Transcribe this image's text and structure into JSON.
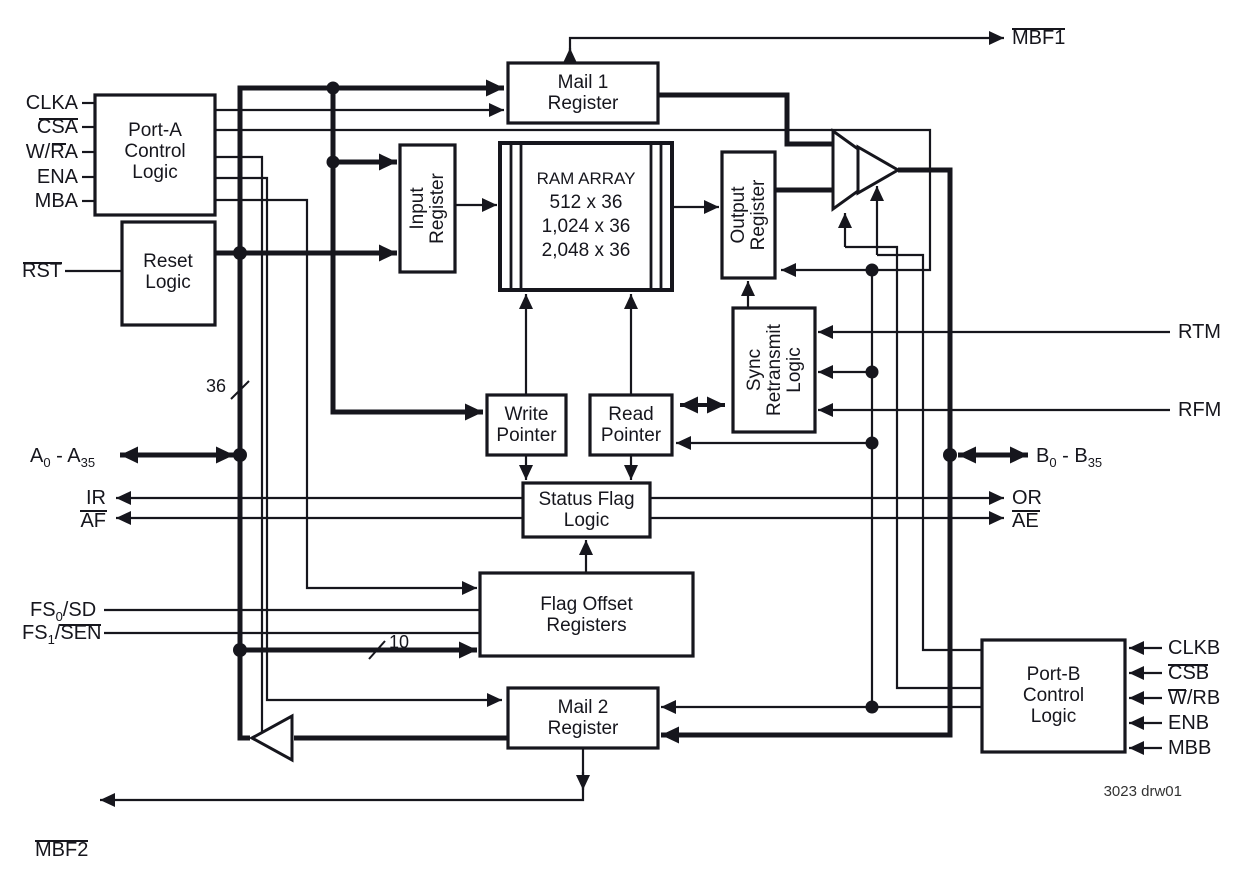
{
  "colors": {
    "ink": "#16161d",
    "background": "#ffffff",
    "footer_text": "#333333"
  },
  "blocks": {
    "port_a": {
      "line1": "Port-A",
      "line2": "Control",
      "line3": "Logic"
    },
    "reset": {
      "line1": "Reset",
      "line2": "Logic"
    },
    "mail1": {
      "line1": "Mail 1",
      "line2": "Register"
    },
    "input_reg": {
      "line1": "Input",
      "line2": "Register"
    },
    "ram": {
      "line1": "RAM ARRAY",
      "line2": "512 x 36",
      "line3": "1,024 x 36",
      "line4": "2,048 x 36"
    },
    "output_reg": {
      "line1": "Output",
      "line2": "Register"
    },
    "sync": {
      "line1": "Sync",
      "line2": "Retransmit",
      "line3": "Logic"
    },
    "write_ptr": {
      "line1": "Write",
      "line2": "Pointer"
    },
    "read_ptr": {
      "line1": "Read",
      "line2": "Pointer"
    },
    "status": {
      "line1": "Status Flag",
      "line2": "Logic"
    },
    "flag_offset": {
      "line1": "Flag Offset",
      "line2": "Registers"
    },
    "mail2": {
      "line1": "Mail 2",
      "line2": "Register"
    },
    "port_b": {
      "line1": "Port-B",
      "line2": "Control",
      "line3": "Logic"
    }
  },
  "signals": {
    "clka": "CLKA",
    "csa": "CSA",
    "wra": "W/RA",
    "ena": "ENA",
    "mba": "MBA",
    "rst": "RST",
    "a_bus": {
      "pre": "A",
      "sub1": "0",
      "mid": " - A",
      "sub2": "35"
    },
    "ir": "IR",
    "af": "AF",
    "fs0": {
      "pre": "FS",
      "sub": "0",
      "post": "/SD"
    },
    "fs1": {
      "pre": "FS",
      "sub": "1",
      "post": "/SEN"
    },
    "mbf2": "MBF2",
    "mbf1": "MBF1",
    "rtm": "RTM",
    "rfm": "RFM",
    "b_bus": {
      "pre": "B",
      "sub1": "0",
      "mid": " - B",
      "sub2": "35"
    },
    "or": "OR",
    "ae": "AE",
    "clkb": "CLKB",
    "csb": "CSB",
    "wrb": "W/RB",
    "enb": "ENB",
    "mbb": "MBB"
  },
  "bus_widths": {
    "a_bus": "36",
    "offset_bus": "10"
  },
  "footer": "3023 drw01"
}
